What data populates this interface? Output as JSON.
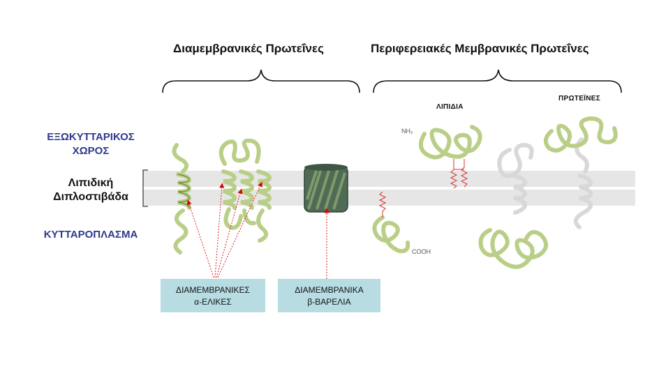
{
  "headings": {
    "transmembrane": "Διαμεμβρανικές Πρωτεΐνες",
    "peripheral": "Περιφερειακές Μεμβρανικές Πρωτεΐνες"
  },
  "regions": {
    "extracellular_line1": "ΕΞΩΚΥΤΤΑΡΙΚΟΣ",
    "extracellular_line2": "ΧΩΡΟΣ",
    "bilayer_line1": "Λιπιδική",
    "bilayer_line2": "Διπλοστιβάδα",
    "cytoplasm": "ΚΥΤΤΑΡΟΠΛΑΣΜΑ"
  },
  "peripheral_labels": {
    "lipids": "ΛΙΠΙΔΙΑ",
    "proteins": "ΠΡΩΤΕΪΝΕΣ"
  },
  "termini": {
    "n_terminus": "NH₂",
    "c_terminus": "COOH"
  },
  "callouts": {
    "alpha_line1": "ΔΙΑΜΕΜΒΡΑΝΙΚΕΣ",
    "alpha_line2": "α-ΕΛΙΚΕΣ",
    "beta_line1": "ΔΙΑΜΕΜΒΡΑΝΙΚΑ",
    "beta_line2": "β-ΒΑΡΕΛΙΑ"
  },
  "colors": {
    "membrane": "#e4e4e4",
    "protein_fill": "#b9cf88",
    "protein_stroke": "#5f7034",
    "barrel_fill": "#4f6b55",
    "arrow": "#e00000",
    "callout_box": "#b7dde3",
    "region_blue": "#2e3a8c"
  }
}
